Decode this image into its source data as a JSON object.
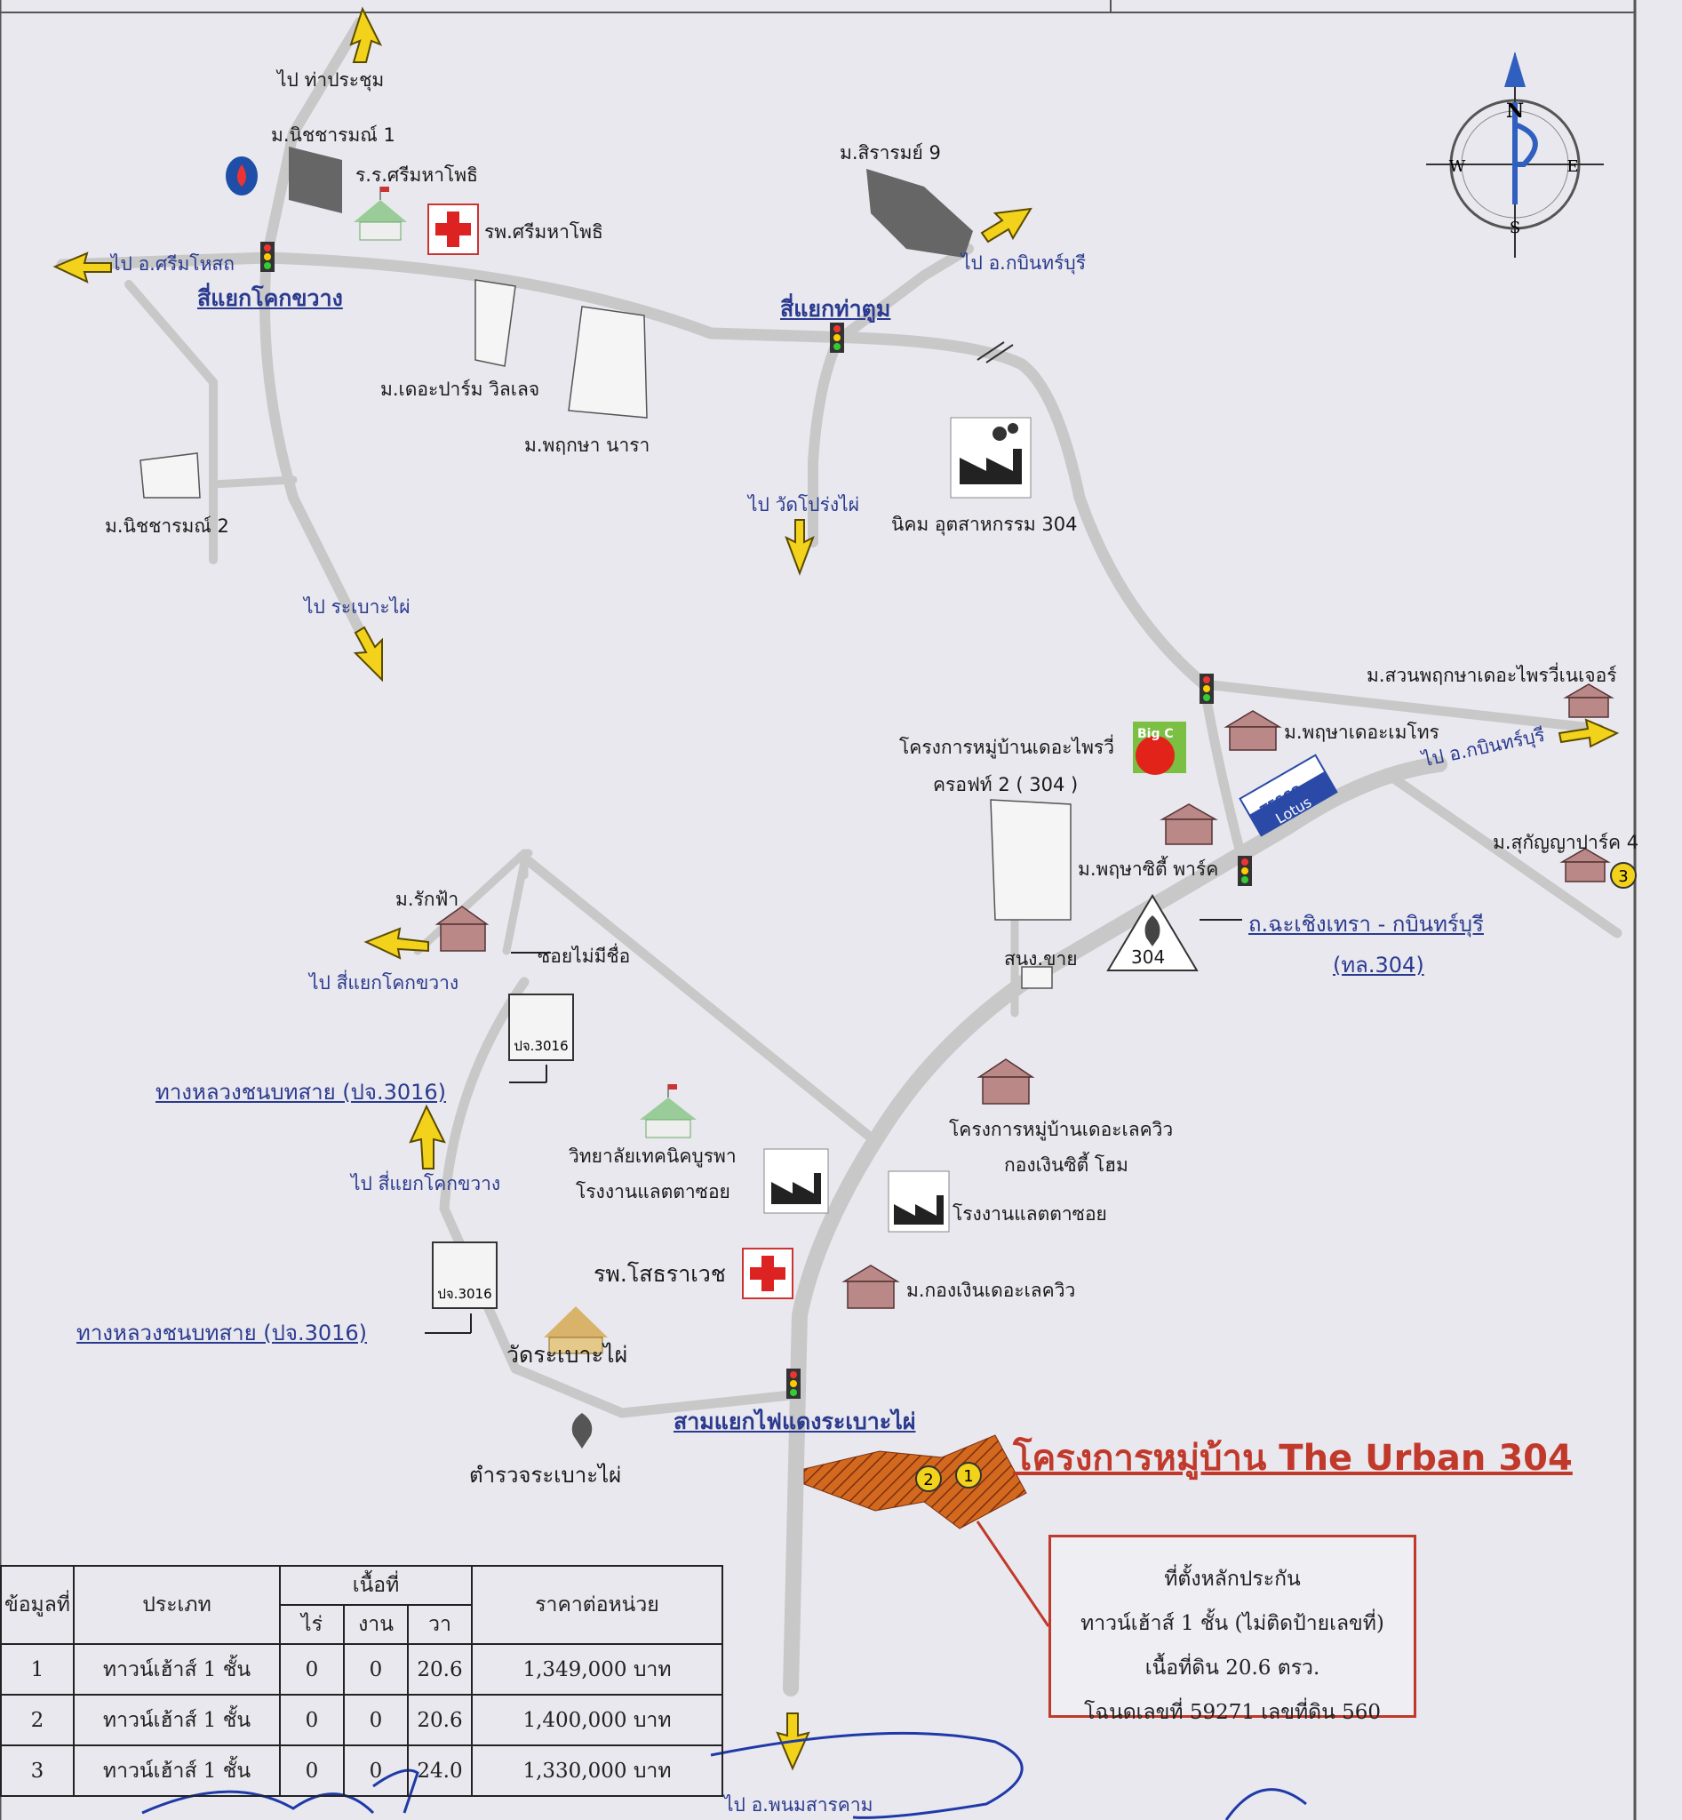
{
  "compass": {
    "n": "N",
    "s": "S",
    "e": "E",
    "w": "W"
  },
  "roads": {
    "to_tha_prachum": "ไป ท่าประชุม",
    "to_si_mahosot": "ไป อ.ศรีมโหสถ",
    "to_kabin_1": "ไป อ.กบินทร์บุรี",
    "to_wat_prong_phai": "ไป วัดโปร่งไผ่",
    "to_rabao_phai": "ไป ระเบาะไผ่",
    "to_kabin_2": "ไป อ.กบินทร์บุรี",
    "to_sing_khok_1": "ไป สี่แยกโคกขวาง",
    "to_sing_khok_2": "ไป สี่แยกโคกขวาง",
    "to_phanom": "ไป อ.พนมสารคาม",
    "soi_no_name": "ซอยไม่มีชื่อ",
    "highway": "ถ.ฉะเชิงเทรา - กบินทร์บุรี",
    "highway_code": "(ทล.304)",
    "rural_road_1": "ทางหลวงชนบทสาย (ปจ.3016)",
    "rural_road_2": "ทางหลวงชนบทสาย (ปจ.3016)",
    "sign_pj_1": "ปจ.3016",
    "sign_pj_2": "ปจ.3016",
    "shield_304": "304"
  },
  "intersections": {
    "khok_khwang": "สี่แยกโคกขวาง",
    "tha_toom": "สี่แยกท่าตูม",
    "rabao_phai": "สามแยกไฟแดงระเบาะไผ่"
  },
  "places": {
    "nitcharam_1": "ม.นิชชารมณ์ 1",
    "school": "ร.ร.ศรีมหาโพธิ",
    "hospital_1": "รพ.ศรีมหาโพธิ",
    "siram_9": "ม.สิรารมย์ 9",
    "the_park": "ม.เดอะปาร์ม วิลเลจ",
    "pruksa_nara": "ม.พฤกษา นารา",
    "nitcharam_2": "ม.นิชชารมณ์ 2",
    "ind_estate": "นิคม อุตสาหกรรม 304",
    "suan_pruksa": "ม.สวนพฤกษาเดอะไพรวี่เนเจอร์",
    "pruksa_metro": "ม.พฤษาเดอะเมโทร",
    "privy_croft_1": "โครงการหมู่บ้านเดอะไพรวี่",
    "privy_croft_2": "ครอฟท์ 2 ( 304 )",
    "pruksa_city": "ม.พฤษาซิตี้ พาร์ค",
    "sukanya": "ม.สุกัญญาปาร์ค 4",
    "rakfa": "ม.รักฟ้า",
    "sales_office": "สนง.ขาย",
    "lakeview_1": "โครงการหมู่บ้านเดอะเลควิว",
    "lakeview_2": "กองเงินซิตี้ โฮม",
    "college": "วิทยาลัยเทคนิคบูรพา",
    "factory_1": "โรงงานแลตตาซอย",
    "factory_2": "โรงงานแลตตาซอย",
    "hospital_2": "รพ.โสธราเวช",
    "kongngoen": "ม.กองเงินเดอะเลควิว",
    "wat": "วัดระเบาะไผ่",
    "police": "ตำรวจระเบาะไผ่",
    "big_c": "Big C",
    "tesco": "TESCO",
    "lotus": "Lotus"
  },
  "project": {
    "title": "โครงการหมู่บ้าน The Urban 304",
    "marker_1": "1",
    "marker_2": "2",
    "marker_3": "3"
  },
  "info_box": {
    "line1": "ที่ตั้งหลักประกัน",
    "line2": "ทาวน์เฮ้าส์ 1 ชั้น (ไม่ติดป้ายเลขที่)",
    "line3": "เนื้อที่ดิน 20.6 ตรว.",
    "line4": "โฉนดเลขที่ 59271 เลขที่ดิน 560"
  },
  "table": {
    "h_no": "ข้อมูลที่",
    "h_type": "ประเภท",
    "h_area": "เนื้อที่",
    "h_rai": "ไร่",
    "h_ngan": "งาน",
    "h_wa": "วา",
    "h_price": "ราคาต่อหน่วย",
    "rows": [
      {
        "no": "1",
        "type": "ทาวน์เฮ้าส์ 1 ชั้น",
        "rai": "0",
        "ngan": "0",
        "wa": "20.6",
        "price": "1,349,000 บาท"
      },
      {
        "no": "2",
        "type": "ทาวน์เฮ้าส์ 1 ชั้น",
        "rai": "0",
        "ngan": "0",
        "wa": "20.6",
        "price": "1,400,000 บาท"
      },
      {
        "no": "3",
        "type": "ทาวน์เฮ้าส์ 1 ชั้น",
        "rai": "0",
        "ngan": "0",
        "wa": "24.0",
        "price": "1,330,000 บาท"
      }
    ]
  },
  "colors": {
    "road": "#c8c8c8",
    "arrow": "#f2d21a",
    "accent": "#c0392b",
    "label_blue": "#2a3a8f",
    "project_fill": "#d2691e"
  }
}
